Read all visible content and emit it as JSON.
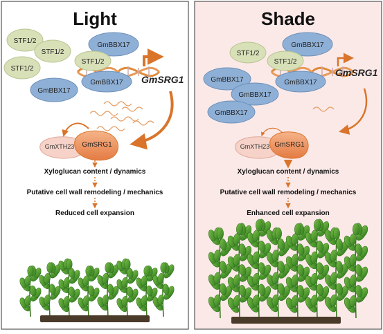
{
  "panels": [
    {
      "title": "Light",
      "gene": "GmSRG1",
      "protein_labels": {
        "stf_free": [
          "STF1/2",
          "STF1/2",
          "STF1/2"
        ],
        "bbx_free": [
          "GmBBX17"
        ],
        "stf_bound": "STF1/2",
        "bbx_top": "GmBBX17",
        "bbx_bottom": "GmBBX17"
      },
      "complex": {
        "left": "GmXTH23",
        "right": "GmSRG1"
      },
      "steps": [
        "Xyloglucan content / dynamics",
        "Putative cell wall remodeling / mechanics",
        "Reduced cell expansion"
      ]
    },
    {
      "title": "Shade",
      "gene": "GmSRG1",
      "protein_labels": {
        "stf_free": [
          "STF1/2"
        ],
        "bbx_free": [
          "GmBBX17",
          "GmBBX17",
          "GmBBX17"
        ],
        "stf_bound": "STF1/2",
        "bbx_top": "GmBBX17",
        "bbx_bottom": "GmBBX17"
      },
      "complex": {
        "left": "GmXTH23",
        "right": "GmSRG1"
      },
      "steps": [
        "Xyloglucan content / dynamics",
        "Putative cell wall remodeling / mechanics",
        "Enhanced cell expansion"
      ]
    }
  ],
  "colors": {
    "light_bg": "#ffffff",
    "shade_bg": "#fbe9e8",
    "stf": "#d8e0b8",
    "bbx": "#8fb0d6",
    "arrow": "#d9742a",
    "srg1": "#ef9a6b",
    "xth23": "#f6d2c8",
    "dna_strand": "#e08a3a",
    "leaf": "#4e9a2e",
    "soil": "#4a3a2a"
  }
}
